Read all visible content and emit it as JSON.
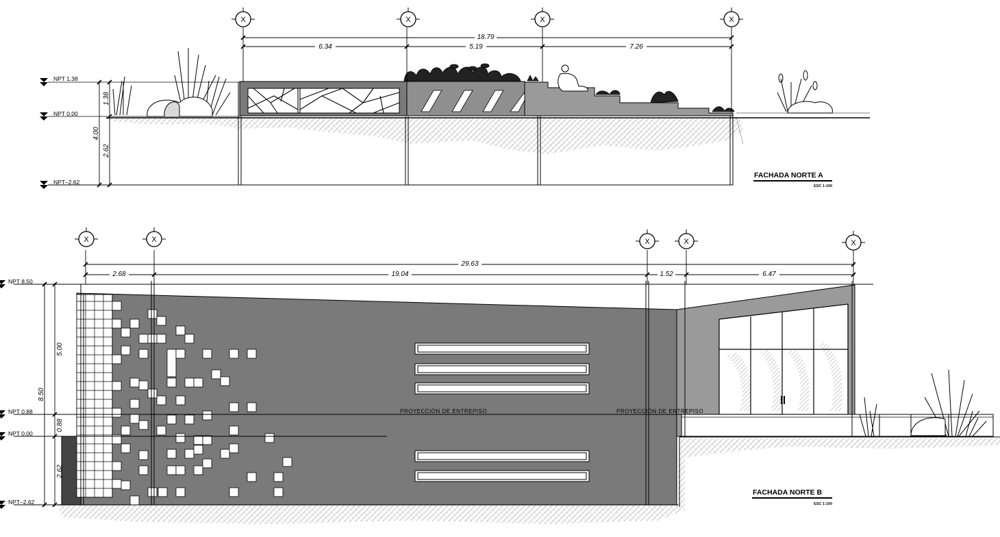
{
  "elevation_a": {
    "title": "FACHADA NORTE A",
    "scale": "ESC 1:100",
    "axis_label": "X",
    "dimensions": {
      "total": "18.79",
      "seg1": "6.34",
      "seg2": "5.19",
      "seg3": "7.26"
    },
    "levels": {
      "top": "NPT 1.38",
      "zero": "NPT 0.00",
      "bottom": "NPT–2.62"
    },
    "vertical_dims": {
      "upper": "1.38",
      "lower": "2.62",
      "total": "4.00"
    }
  },
  "elevation_b": {
    "title": "FACHADA NORTE B",
    "scale": "ESC 1:100",
    "axis_label": "X",
    "dimensions": {
      "total": "29.63",
      "seg1": "2.68",
      "seg2": "19.04",
      "seg3": "1.52",
      "seg4": "6.47"
    },
    "levels": {
      "top": "NPT 8.50",
      "mezz": "NPT 0.88",
      "zero": "NPT 0.00",
      "bottom": "NPT–2.62"
    },
    "vertical_dims": {
      "total": "8.50",
      "upper": "5.00",
      "mid": "0.88",
      "lower": "2.62"
    },
    "projection_label": "PROYECCIÓN  DE  ENTREPISO"
  },
  "colors": {
    "wall": "#7a7a7a",
    "wall_light": "#9a9a9a",
    "dark": "#444444",
    "line": "#000000"
  }
}
